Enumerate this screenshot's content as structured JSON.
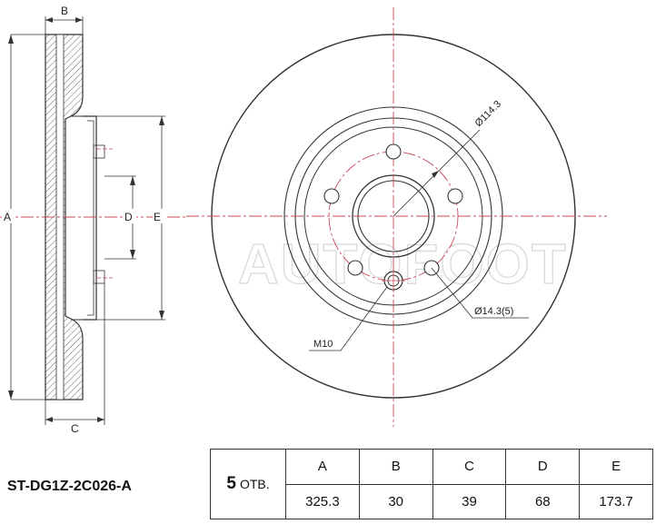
{
  "part_number": "ST-DG1Z-2C026-A",
  "holes": {
    "count": "5",
    "unit": "ОТВ."
  },
  "table": {
    "headers": [
      "A",
      "B",
      "C",
      "D",
      "E"
    ],
    "values": [
      "325.3",
      "30",
      "39",
      "68",
      "173.7"
    ]
  },
  "drawing_labels": {
    "A": "A",
    "B": "B",
    "C": "C",
    "D": "D",
    "E": "E",
    "bolt_circle": "Ø114.3",
    "hole_diameter": "Ø14.3(5)",
    "thread": "M10"
  },
  "watermark": "AUTOFOOT",
  "colors": {
    "line": "#333333",
    "center_line": "#c9485a",
    "watermark": "#d9d9d9"
  }
}
